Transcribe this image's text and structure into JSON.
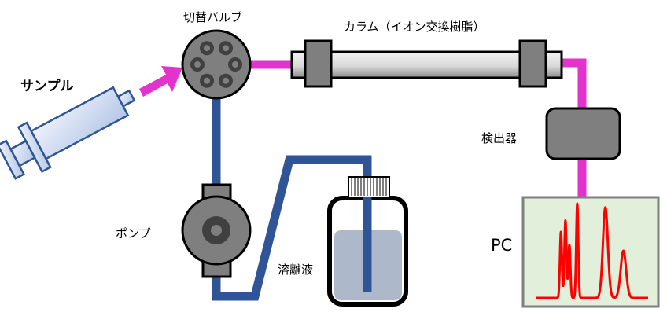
{
  "labels": {
    "sample": "サンプル",
    "valve": "切替バルブ",
    "column": "カラム（イオン交換樹脂）",
    "detector": "検出器",
    "pump": "ポンプ",
    "eluent": "溶離液",
    "pc": "PC"
  },
  "colors": {
    "sample_line": "#e233cc",
    "eluent_line": "#2f5597",
    "device_gray": "#7f7f7f",
    "device_dark": "#404040",
    "outline": "#000000",
    "syringe_stroke": "#2f5597",
    "syringe_fill_light": "#eef2fb",
    "syringe_fill_dark": "#b4c7e7",
    "liquid": "#adb9ca",
    "pc_screen": "#e2efda",
    "pc_frame": "#7f7f7f",
    "chromatogram": "#ff0000"
  },
  "chart_data": {
    "type": "line",
    "title": "",
    "xlabel": "",
    "ylabel": "",
    "description": "Schematic chromatogram displayed on PC (relative units)",
    "xlim": [
      0,
      100
    ],
    "ylim": [
      0,
      100
    ],
    "baseline": 0,
    "peaks": [
      {
        "center": 22.5,
        "height": 70,
        "width": 0.9
      },
      {
        "center": 26.5,
        "height": 82,
        "width": 0.9
      },
      {
        "center": 30.0,
        "height": 56,
        "width": 0.9
      },
      {
        "center": 37.0,
        "height": 100,
        "width": 0.9
      },
      {
        "center": 62.0,
        "height": 96,
        "width": 2.2
      },
      {
        "center": 78.0,
        "height": 50,
        "width": 2.4
      }
    ]
  }
}
